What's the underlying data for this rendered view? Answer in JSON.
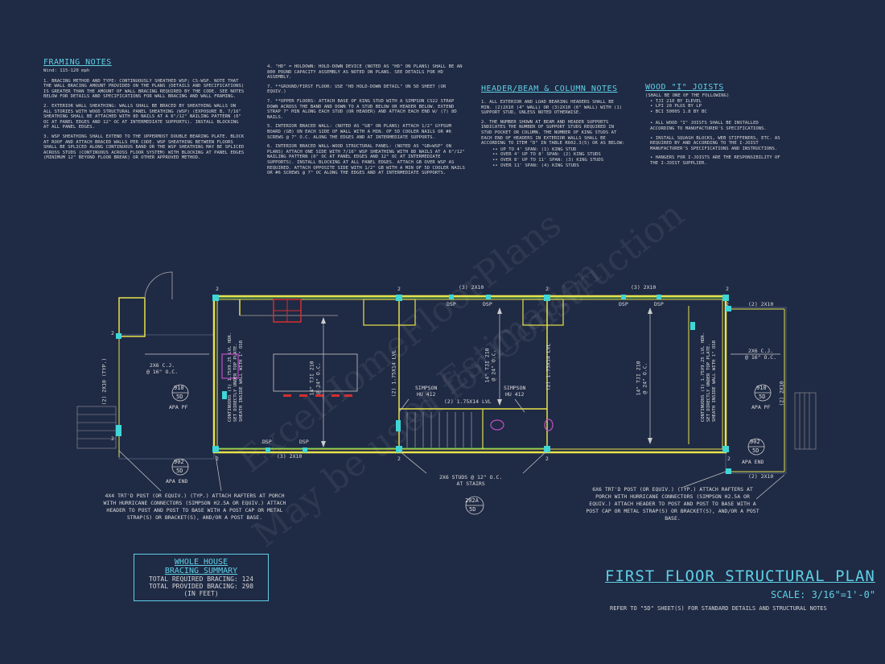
{
  "framing": {
    "title": "FRAMING NOTES",
    "wind": "Wind: 115-120 mph",
    "items": [
      "1.   BRACING METHOD AND TYPE: CONTINUOUSLY SHEATHED WSP; CS-WSP. NOTE THAT THE WALL BRACING AMOUNT PROVIDED ON THE PLANS (DETAILS AND SPECIFICATIONS) IS GREATER THAN THE AMOUNT OF WALL BRACING REQUIRED BY THE CODE. SEE NOTES BELOW FOR DETAILS AND SPECIFICATIONS FOR WALL BRACING AND WALL FRAMING.",
      "2.   EXTERIOR WALL SHEATHING: WALLS SHALL BE BRACED BY SHEATHING WALLS ON ALL STORIES WITH WOOD STRUCTURAL PANEL SHEATHING (WSP) (EXPOSURE B, 7/16\" SHEATHING SHALL BE ATTACHED WITH 8d NAILS AT A 6\"/12\" NAILING PATTERN (6\" OC AT PANEL EDGES AND 12\" OC AT INTERMEDIATE SUPPORTS). INSTALL BLOCKING AT ALL PANEL EDGES.",
      "3.   WSP SHEATHING SHALL EXTEND TO THE UPPERMOST DOUBLE BEARING PLATE. BLOCK AT ROOF AND ATTACH BRACED WALLS PER CODE. WSP SHEATHING BETWEEN FLOORS SHALL BE SPLICED ALONG CONTINUOUS BAND OR THE WSP SHEATHING MAY BE SPLICED ACROSS STUDS (CONTINUOUS ACROSS FLOOR SYSTEM) WITH BLOCKING AT PANEL EDGES (MINIMUM 12\" BEYOND FLOOR BREAK) OR OTHER APPROVED METHOD."
    ]
  },
  "holddown": {
    "items": [
      "4.   \"HD\" = HOLDOWN: HOLD-DOWN DEVICE (NOTED AS \"HD\" ON PLANS) SHALL BE AN 800 POUND CAPACITY ASSEMBLY AS NOTED ON PLANS. SEE DETAILS FOR HD ASSEMBLY.",
      "7.   **GROUND/FIRST FLOOR:  USE \"HD HOLD-DOWN DETAIL\" ON 5D SHEET (OR EQUIV.)",
      "7.   **UPPER FLOORS: ATTACH BASE OF KING STUD WITH A SIMPSON CS22 STRAP DOWN ACROSS THE BAND AND DOWN TO A STUD BELOW OR HEADER BELOW. EXTEND STRAP 7\" MIN ALONG EACH STUD (OR HEADER) AND ATTACH EACH END W/ (7) 8d NAILS.",
      "5.   INTERIOR BRACED WALL: (NOTED AS \"GB\" ON PLANS) ATTACH 1/2\" GYPSUM BOARD (GB) ON EACH SIDE OF WALL WITH A MIN. OF 5d COOLER NAILS OR #6 SCREWS @ 7\" O.C. ALONG THE EDGES AND AT INTERMEDIATE SUPPORTS.",
      "6.   INTERIOR BRACED WALL-WOOD STRUCTURAL PANEL: (NOTED AS \"GB+WSP\" ON PLANS) ATTACH ONE SIDE WITH 7/16\" WSP SHEATHING WITH 8d NAILS AT A 6\"/12\" NAILING PATTERN (6\" OC AT PANEL EDGES AND 12\" OC AT INTERMEDIATE SUPPORTS). INSTALL BLOCKING AT ALL PANEL EDGES. ATTACH GB OVER WSP AS REQUIRED. ATTACH OPPOSITE SIDE WITH 1/2\" GB WITH A MIN OF 5d COOLER NAILS OR #6 SCREWS @ 7\" OC ALONG THE EDGES AND AT INTERMEDIATE SUPPORTS."
    ]
  },
  "header": {
    "title": "HEADER/BEAM & COLUMN NOTES",
    "items": [
      "1.   ALL EXTERIOR AND LOAD BEARING HEADERS SHALL BE MIN. (2)2x10 (4\" WALL) OR (3)2x10 (6\" WALL) WITH (1) SUPPORT STUD, UNLESS NOTED OTHERWISE.",
      "2.   THE NUMBER SHOWN AT BEAM AND HEADER SUPPORTS INDICATES THE NUMBER OF SUPPORT STUDS REQUIRED IN STUD POCKET OR COLUMN. THE NUMBER OF KING STUDS AT EACH END OF HEADERS IN EXTERIOR WALLS SHALL BE ACCORDING TO ITEM \"d\" IN TABLE R602.3(5) OR AS BELOW:"
    ],
    "bullets": [
      "UP TO 4' SPAN: (1) KING STUD",
      "OVER 4' UP TO 8' SPAN: (2) KING STUDS",
      "OVER 8' UP TO 11' SPAN: (3) KING STUDS",
      "OVER 11' SPAN: (4) KING STUDS"
    ]
  },
  "joists": {
    "title": "WOOD \"I\" JOISTS",
    "intro": "(SHALL BE ONE OF THE FOLLOWING)",
    "bullets": [
      "TJI 210 BY ILEVEL",
      "LPI 20 PLUS BY LP",
      "BCI 5000s 1.8 BY BC"
    ],
    "items": [
      "ALL WOOD \"I\" JOISTS SHALL BE INSTALLED ACCORDING TO MANUFACTURER'S SPECIFICATIONS.",
      "INSTALL SQUASH BLOCKS, WEB STIFFENERS, ETC. AS REQUIRED BY AND ACCORDING TO THE I-JOIST MANUFACTURER'S SPECIFICATIONS AND INSTRUCTIONS.",
      "HANGERS FOR I-JOISTS ARE THE RESPONSIBILITY OF THE I-JOIST SUPPLIER."
    ]
  },
  "plan_labels": {
    "top_2x10_a": "(3) 2x10",
    "top_2x10_b": "(3) 2x10",
    "bottom_2x10": "(3) 2x10",
    "right_2x10_top": "(2) 2x10",
    "right_2x10_bottom": "(2) 2x10",
    "left_2x10": "(2) 2x10 (TYP.)",
    "right_2x10_side": "(2) 2x10",
    "dsp": "DSP",
    "two": "2",
    "cj_left_1": "2x6 C.J.",
    "cj_left_2": "@ 16\" O.C.",
    "cj_right_1": "2x6 C.J.",
    "cj_right_2": "@ 16\" O.C.",
    "tji_a_1": "14\" TJI 210",
    "tji_a_2": "@ 24\" O.C.",
    "tji_b_1": "14\" TJI 210",
    "tji_b_2": "@ 24\" O.C.",
    "tji_c_1": "14\" TJI 210",
    "tji_c_2": "@ 24\" O.C.",
    "lvl_left_1": "CONTINUOUS (3) 1.75x9.25 LVL HDR.",
    "lvl_left_2": "SET DIRECTLY UNDER TOP PLATE.",
    "lvl_left_3": "SHEATH INSIDE WALL WITH 1\" OSB",
    "lvl_right_1": "CONTINUOUS (3) 1.75x9.25 LVL HDR.",
    "lvl_right_2": "SET DIRECTLY UNDER TOP PLATE.",
    "lvl_right_3": "SHEATH INSIDE WALL WITH 1\" OSB",
    "lvl_v1": "(2) 1.75x14 LVL",
    "lvl_v2": "(2) 1.75x14 LVL",
    "lvl_h": "(2) 1.75x14 LVL",
    "simpson_a_1": "SIMPSON",
    "simpson_a_2": "HU 412",
    "simpson_b_1": "SIMPSON",
    "simpson_b_2": "HU 412",
    "apa_pf_left": "APA PF",
    "apa_pf_right": "APA PF",
    "apa_end_left": "APA END",
    "apa_end_right": "APA END",
    "stairs_1": "2x6 STUDS @ 12\" O.C.",
    "stairs_2": "AT STAIRS",
    "tag_910": "910",
    "tag_902": "902",
    "tag_202a": "202A",
    "tag_5d": "5D"
  },
  "callout_left": "4x4 TRT'D POST (OR EQUIV.) (TYP.) ATTACH RAFTERS AT PORCH WITH HURRICANE CONNECTORS (SIMPSON H2.5A OR EQUIV.) ATTACH HEADER TO POST AND POST TO BASE WITH A POST CAP OR METAL STRAP(S) OR BRACKET(S), AND/OR A POST BASE.",
  "callout_right": "6x6 TRT'D POST (OR EQUIV.) (TYP.) ATTACH RAFTERS AT PORCH WITH HURRICANE CONNECTORS (SIMPSON H2.5A OR EQUIV.) ATTACH HEADER TO POST AND POST TO BASE WITH A POST CAP OR METAL STRAP(S) OR BRACKET(S), AND/OR A POST BASE.",
  "summary": {
    "title_1": "WHOLE HOUSE",
    "title_2": "BRACING SUMMARY",
    "required": "TOTAL REQUIRED BRACING: 124",
    "provided": "TOTAL PROVIDED BRACING: 298",
    "unit": "(IN FEET)"
  },
  "sheet": {
    "title": "FIRST FLOOR STRUCTURAL PLAN",
    "scale": "SCALE: 3/16\"=1'-0\"",
    "reference": "REFER TO \"5D\" SHEET(S) FOR STANDARD DETAILS AND STRUCTURAL NOTES"
  },
  "watermark": {
    "line_1": "ExcelHomeFloorPlans",
    "line_2": "May be used for Construction",
    "line_3": "or Estimation"
  },
  "colors": {
    "background": "#1f2a44",
    "cyan": "#5fd0e6",
    "wall": "#e8e24a",
    "post": "#3fd6d6",
    "green": "#4fbf4f",
    "magenta": "#c24fc2",
    "red": "#d23030"
  }
}
